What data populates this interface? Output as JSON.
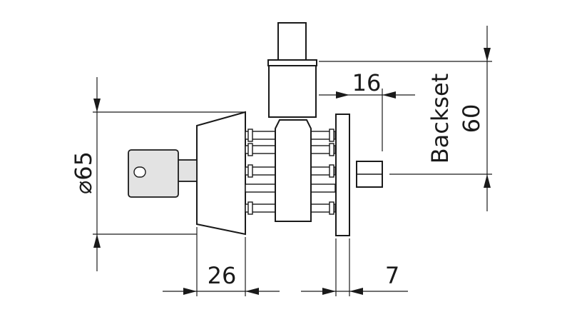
{
  "drawing": {
    "diameter_symbol": "⌀",
    "diameter_value": "65",
    "dim_left": "26",
    "dim_right": "7",
    "dim_top": "16",
    "backset_label": "Backset",
    "backset_value": "60"
  }
}
